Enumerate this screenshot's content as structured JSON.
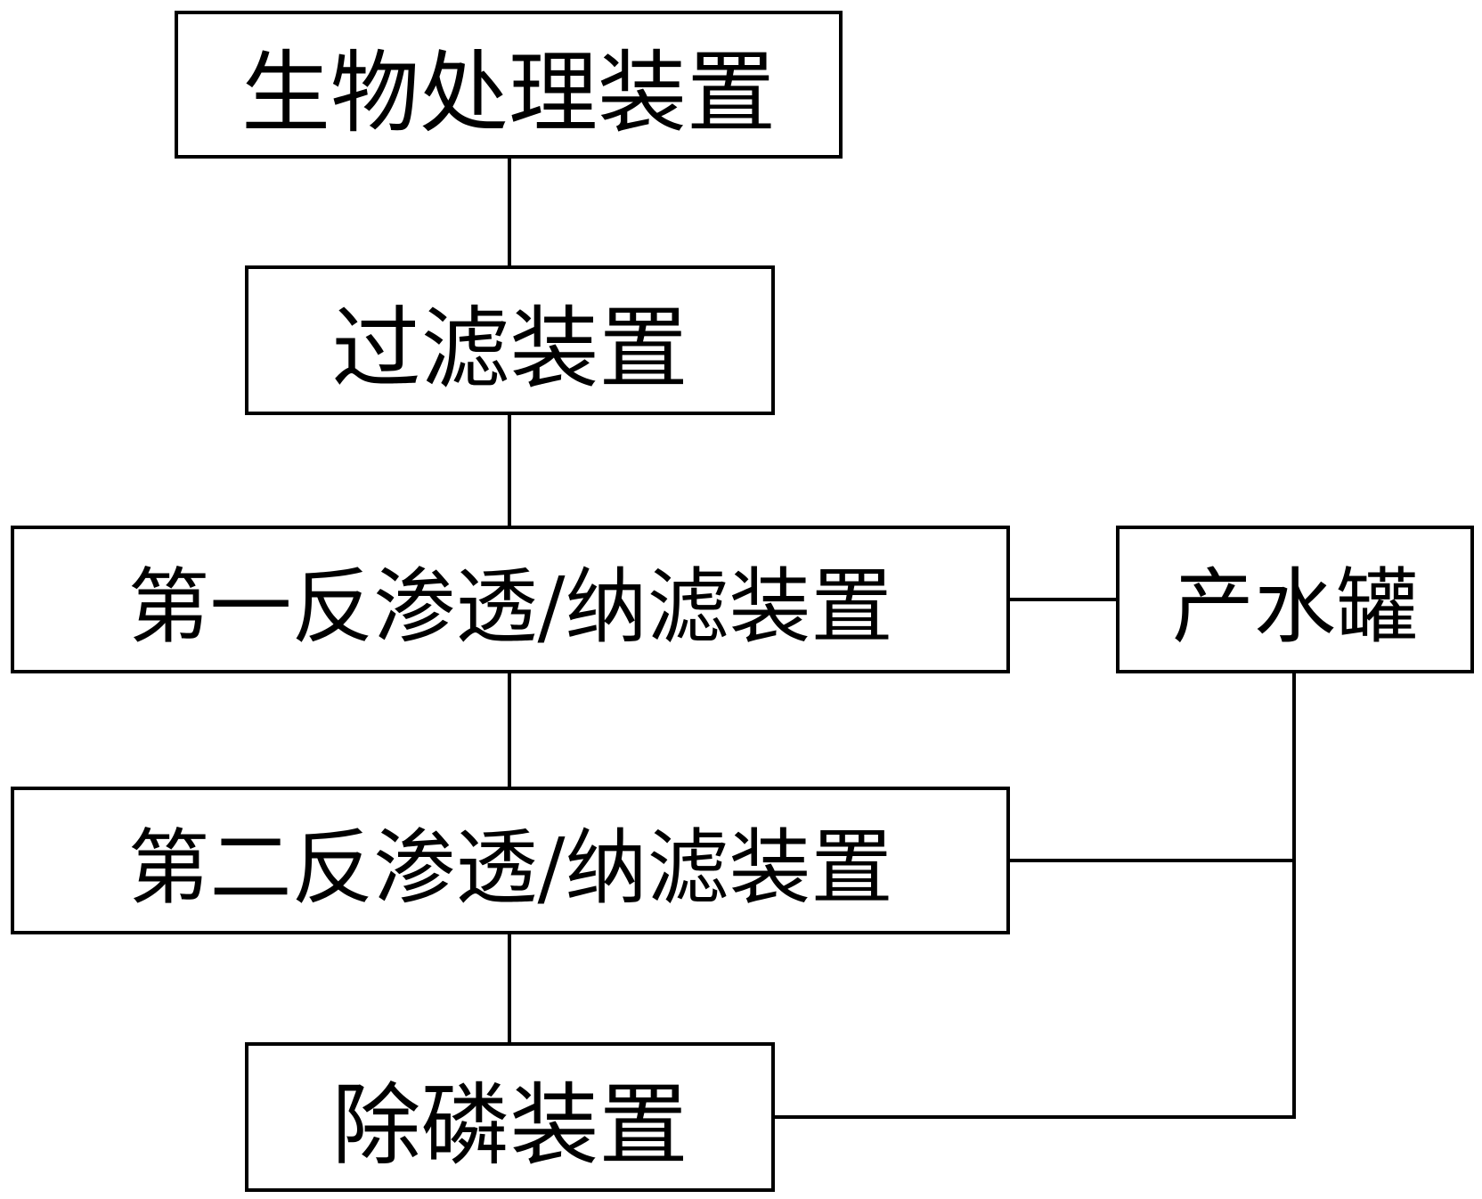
{
  "colors": {
    "stroke": "#000000",
    "fill": "#ffffff",
    "text": "#000000"
  },
  "nodes": {
    "bio_treatment": "生物处理装置",
    "filtration": "过滤装置",
    "ro_nf_first": "第一反渗透/纳滤装置",
    "product_water_tank": "产水罐",
    "ro_nf_second": "第二反渗透/纳滤装置",
    "phosphorus_removal": "除磷装置"
  },
  "edges": [
    {
      "from": "bio_treatment",
      "to": "filtration"
    },
    {
      "from": "filtration",
      "to": "ro_nf_first"
    },
    {
      "from": "ro_nf_first",
      "to": "product_water_tank"
    },
    {
      "from": "ro_nf_first",
      "to": "ro_nf_second"
    },
    {
      "from": "ro_nf_second",
      "to": "phosphorus_removal"
    },
    {
      "from": "ro_nf_second",
      "to": "product_water_tank"
    },
    {
      "from": "phosphorus_removal",
      "to": "product_water_tank"
    }
  ]
}
